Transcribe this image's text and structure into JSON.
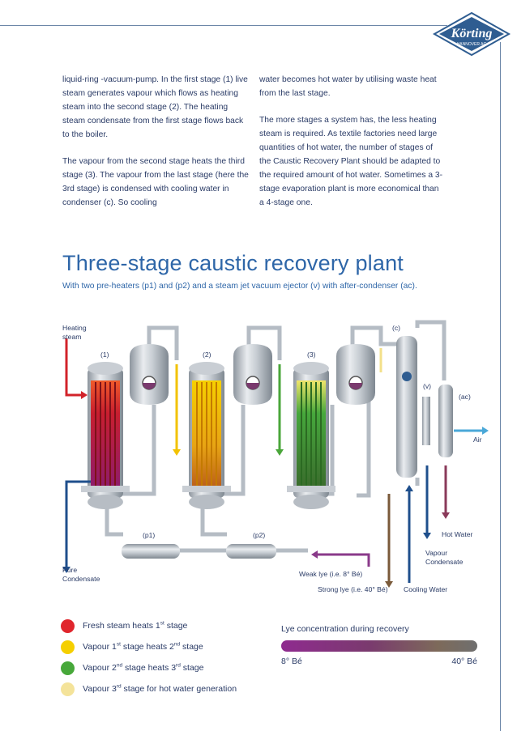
{
  "brand": {
    "name": "Körting",
    "sub": "HANNOVER AG"
  },
  "body_text": {
    "col1_p1": "liquid-ring -vacuum-pump. In the first stage (1) live steam generates vapour which flows as heating steam into the second stage (2). The heating steam condensate from the first stage flows back to the boiler.",
    "col1_p2": "The vapour from the second stage heats the third stage (3). The vapour from the last stage (here the 3rd stage) is condensed with cooling water in condenser (c). So cooling",
    "col2_p1": "water becomes hot water by utilising waste heat from the last stage.",
    "col2_p2": "The more stages a system has, the less heating steam is required. As textile factories need large quantities of hot water, the number of stages of the Caustic Recovery Plant should be adapted to the required amount of hot water. Sometimes a 3-stage evaporation plant is more economical than a 4-stage one."
  },
  "section": {
    "title": "Three-stage caustic recovery plant",
    "subtitle": "With two pre-heaters (p1) and (p2) and a steam jet vacuum ejector (v) with after-condenser (ac)."
  },
  "diagram": {
    "heating_steam_1": "Heating",
    "heating_steam_2": "steam",
    "stage1": "(1)",
    "stage2": "(2)",
    "stage3": "(3)",
    "condenser": "(c)",
    "ejector": "(v)",
    "after_condenser": "(ac)",
    "air": "Air",
    "preheater1": "(p1)",
    "preheater2": "(p2)",
    "pure_condensate_1": "Pure",
    "pure_condensate_2": "Condensate",
    "weak_lye": "Weak lye (i.e. 8° Bé)",
    "strong_lye": "Strong lye (i.e. 40° Bé)",
    "cooling_water": "Cooling Water",
    "hot_water": "Hot Water",
    "vapour_condensate_1": "Vapour",
    "vapour_condensate_2": "Condensate",
    "colors": {
      "steam": "#d2232a",
      "vapour1": "#f2c200",
      "vapour2": "#4aa63a",
      "vapour3": "#f3e08a",
      "cooling": "#1f4f8c",
      "lye": "#8a3a8a",
      "vessel": "#c9ced4"
    }
  },
  "legend": {
    "items": [
      {
        "pre": "Fresh steam heats 1",
        "sup": "st",
        "post": " stage",
        "color": "#e0262d"
      },
      {
        "pre": "Vapour 1",
        "sup": "st",
        "post": " stage heats 2",
        "sup2": "nd",
        "post2": " stage",
        "color": "#f5cf00"
      },
      {
        "pre": "Vapour 2",
        "sup": "nd",
        "post": " stage heats 3",
        "sup2": "rd",
        "post2": " stage",
        "color": "#47a83a"
      },
      {
        "pre": "Vapour 3",
        "sup": "rd",
        "post": " stage for hot water generation",
        "color": "#f4e39a"
      }
    ]
  },
  "lye_scale": {
    "title": "Lye concentration during recovery",
    "low": "8° Bé",
    "high": "40° Bé"
  }
}
